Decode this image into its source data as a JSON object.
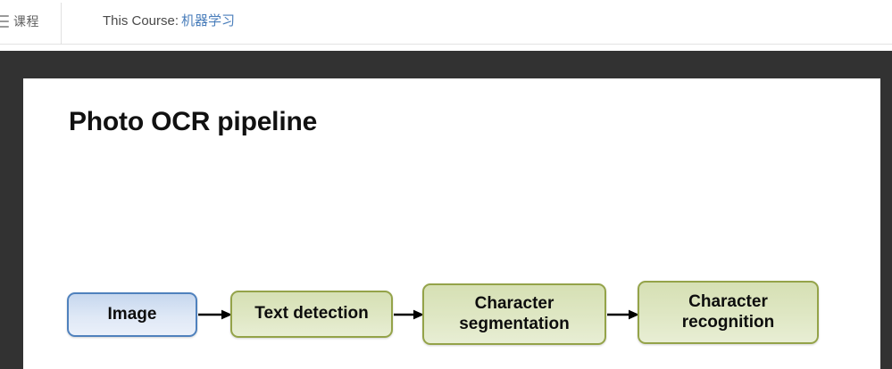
{
  "topbar": {
    "menu_icon": "hamburger-menu-icon",
    "nav_courses_label": "课程",
    "breadcrumb_prefix": "This Course:",
    "breadcrumb_course": "机器学习",
    "link_color": "#4a7ebb"
  },
  "stage": {
    "background_color": "#323232"
  },
  "slide": {
    "title": "Photo OCR pipeline",
    "background_color": "#ffffff",
    "title_color": "#111111",
    "flow": {
      "type": "pipeline",
      "boxes": [
        {
          "id": "image",
          "label": "Image",
          "lines": [
            "Image"
          ],
          "fill": "#dce6f2",
          "border": "#4f81bd",
          "style": "blue"
        },
        {
          "id": "text-detection",
          "label": "Text detection",
          "lines": [
            "Text detection"
          ],
          "fill": "#dce5c0",
          "border": "#94a349",
          "style": "olive"
        },
        {
          "id": "character-segmentation",
          "label": "Character segmentation",
          "lines": [
            "Character",
            "segmentation"
          ],
          "fill": "#dce5c0",
          "border": "#94a349",
          "style": "olive"
        },
        {
          "id": "character-recognition",
          "label": "Character recognition",
          "lines": [
            "Character",
            "recognition"
          ],
          "fill": "#dce5c0",
          "border": "#94a349",
          "style": "olive"
        }
      ],
      "arrows": [
        {
          "from": "image",
          "to": "text-detection"
        },
        {
          "from": "text-detection",
          "to": "character-segmentation"
        },
        {
          "from": "character-segmentation",
          "to": "character-recognition"
        }
      ],
      "arrow_color": "#000000"
    }
  }
}
